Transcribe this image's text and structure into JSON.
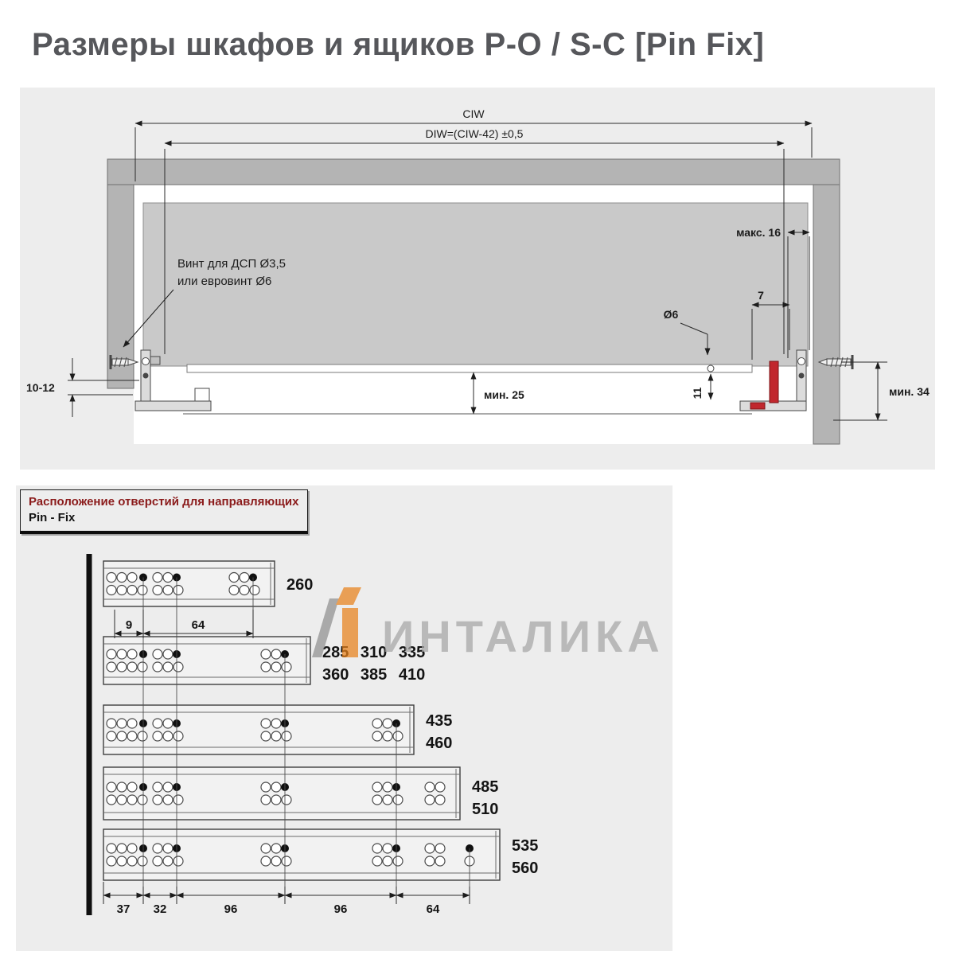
{
  "page": {
    "title": "Размеры шкафов и ящиков P-O / S-C [Pin Fix]"
  },
  "cabinet_diagram": {
    "ciw_label": "CIW",
    "diw_label": "DIW=(CIW-42) ±0,5",
    "max16_label": "макс. 16",
    "dim7_label": "7",
    "dia6_label": "Ø6",
    "screw_note_line1": "Винт для ДСП Ø3,5",
    "screw_note_line2": "или евровинт Ø6",
    "dim10_12_label": "10-12",
    "min25_label": "мин. 25",
    "min34_label": "мин. 34",
    "dim11_label": "11"
  },
  "holes_section": {
    "header_line1": "Расположение отверстий для направляющих",
    "header_line2": "Pin - Fix",
    "rails": [
      {
        "row1": "260",
        "row2": ""
      },
      {
        "row1": "285 310 335",
        "row2": "360 385 410"
      },
      {
        "row1": "435",
        "row2": "460"
      },
      {
        "row1": "485",
        "row2": "510"
      },
      {
        "row1": "535",
        "row2": "560"
      }
    ],
    "rail1_dims": {
      "d1": "9",
      "d2": "64"
    },
    "bottom_dims": {
      "d1": "37",
      "d2": "32",
      "d3": "96",
      "d4": "96",
      "d5": "64"
    },
    "watermark_text": "ИНТАЛИКА"
  },
  "colors": {
    "accent_red": "#c1272d",
    "watermark_orange": "#e8821c",
    "header_red": "#8b1b1b",
    "cabinet_gray": "#b4b4b4",
    "panel_bg": "#ededed"
  }
}
